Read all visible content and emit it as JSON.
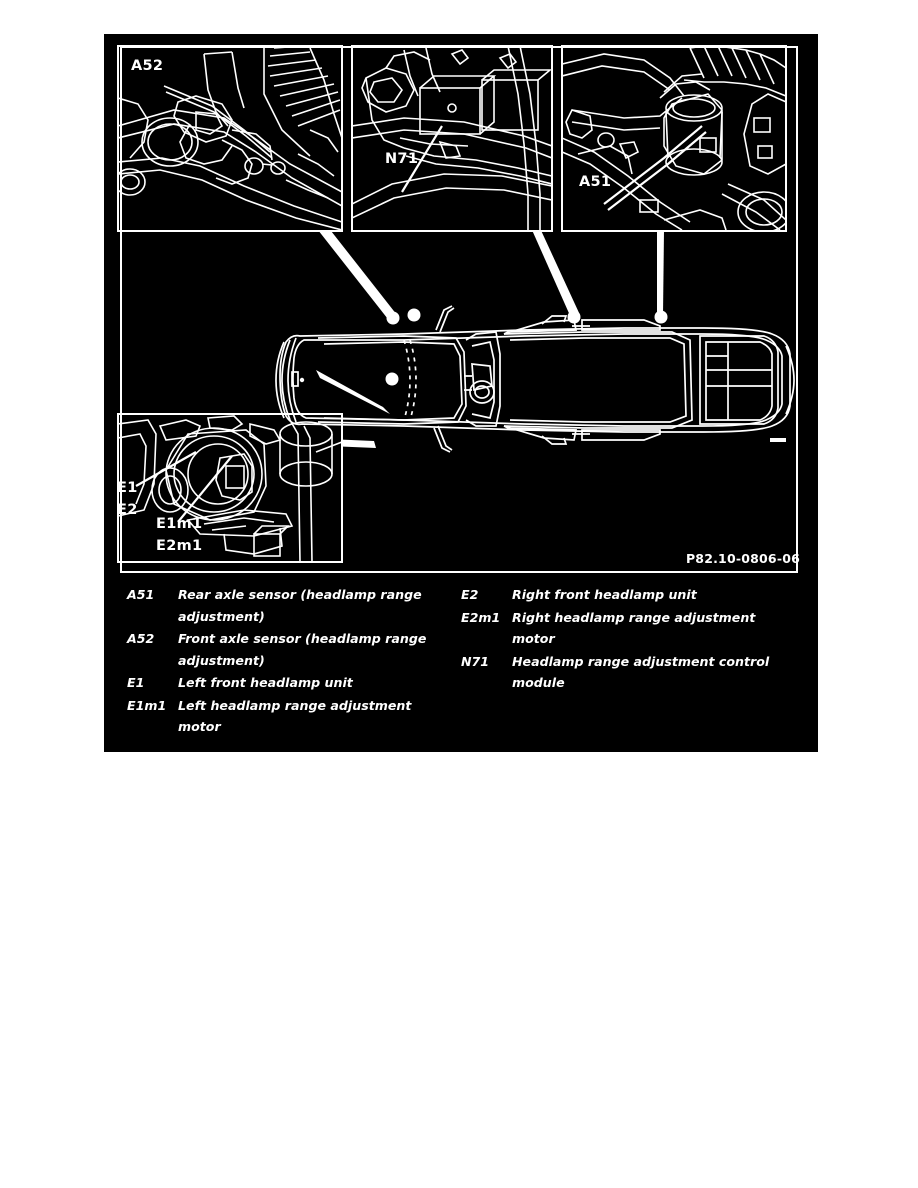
{
  "figure": {
    "reference_number": "P82.10-0806-06",
    "background_color": "#000000",
    "line_color": "#ffffff"
  },
  "panels": [
    {
      "id": "a52-panel",
      "code": "A52",
      "name": "front-axle-sensor-detail"
    },
    {
      "id": "n71-panel",
      "code": "N71",
      "name": "control-module-detail"
    },
    {
      "id": "a51-panel",
      "code": "A51",
      "name": "rear-axle-sensor-detail"
    },
    {
      "id": "headlamp-panel",
      "codes": [
        "E1",
        "E2",
        "E1m1",
        "E2m1"
      ],
      "name": "headlamp-unit-detail"
    }
  ],
  "panel_codes": {
    "a52": "A52",
    "n71": "N71",
    "a51": "A51",
    "e1": "E1",
    "e2": "E2",
    "e1m1": "E1m1",
    "e2m1": "E2m1"
  },
  "legend": {
    "left_column": [
      {
        "code": "A51",
        "description": "Rear axle sensor (headlamp range adjustment)"
      },
      {
        "code": "A52",
        "description": "Front axle sensor (headlamp range adjustment)"
      },
      {
        "code": "E1",
        "description": "Left front headlamp unit"
      },
      {
        "code": "E1m1",
        "description": "Left headlamp range adjustment motor"
      }
    ],
    "right_column": [
      {
        "code": "E2",
        "description": "Right front headlamp unit"
      },
      {
        "code": "E2m1",
        "description": "Right headlamp range adjustment motor"
      },
      {
        "code": "N71",
        "description": "Headlamp range adjustment control module"
      }
    ]
  }
}
